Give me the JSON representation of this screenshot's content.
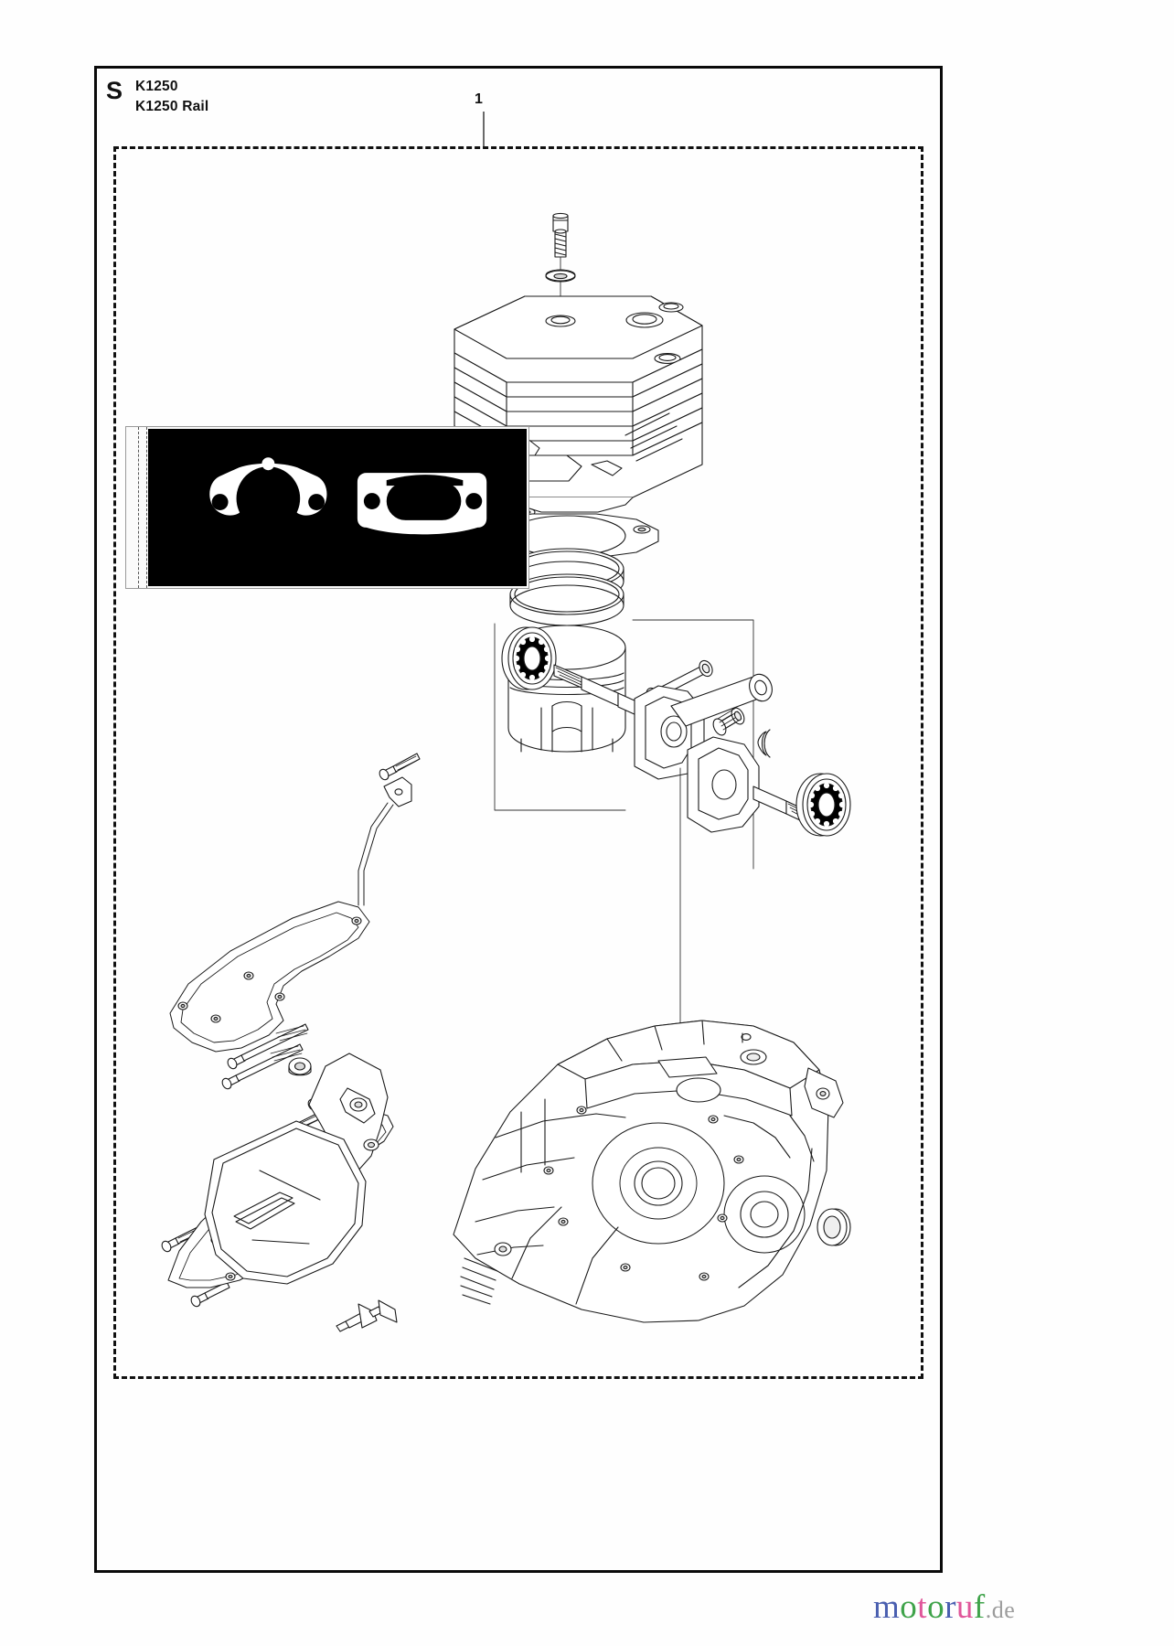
{
  "document": {
    "section_letter": "S",
    "models": [
      "K1250",
      "K1250 Rail"
    ],
    "callout_number": "1"
  },
  "brand": {
    "letters": [
      "m",
      "o",
      "t",
      "o",
      "r",
      "u",
      "f"
    ],
    "tld": ".de",
    "colors": {
      "blue": "#4a5fb0",
      "green": "#3fa34a",
      "pink": "#e0569a",
      "grey": "#9c9c9c"
    }
  },
  "inset_panel": {
    "name": "gasket-photo-inset",
    "background": "#000000",
    "parts": [
      "carburetor-flange-gasket",
      "muffler-gasket"
    ]
  },
  "diagram": {
    "title": "Cylinder and crankcase exploded assembly",
    "groups": [
      {
        "name": "cylinder-assembly",
        "parts": [
          "cylinder-bolt",
          "bolt-washer",
          "cylinder",
          "cylinder-base-gasket",
          "piston-ring-upper",
          "piston-ring-lower",
          "piston",
          "piston-pin",
          "needle-bearing",
          "circlip"
        ]
      },
      {
        "name": "crankshaft-assembly",
        "parts": [
          "ball-bearing-left",
          "crankshaft",
          "ball-bearing-right"
        ]
      },
      {
        "name": "crankcase-gasket-assembly",
        "parts": [
          "crankcase-gasket",
          "screw-1",
          "screw-2",
          "screw-3",
          "screw-4",
          "screw-5",
          "screw-6",
          "screw-7"
        ]
      },
      {
        "name": "crankcase-cover-assembly",
        "parts": [
          "long-screw-1",
          "long-screw-2",
          "bushing",
          "bracket",
          "side-cover",
          "stud-1",
          "stud-2"
        ]
      },
      {
        "name": "crankcase-housing",
        "parts": [
          "crankcase",
          "oil-seal"
        ]
      }
    ]
  },
  "colors": {
    "frame": "#0a0a0a",
    "line": "#1a1a1a",
    "page_background": "#fefefe"
  }
}
